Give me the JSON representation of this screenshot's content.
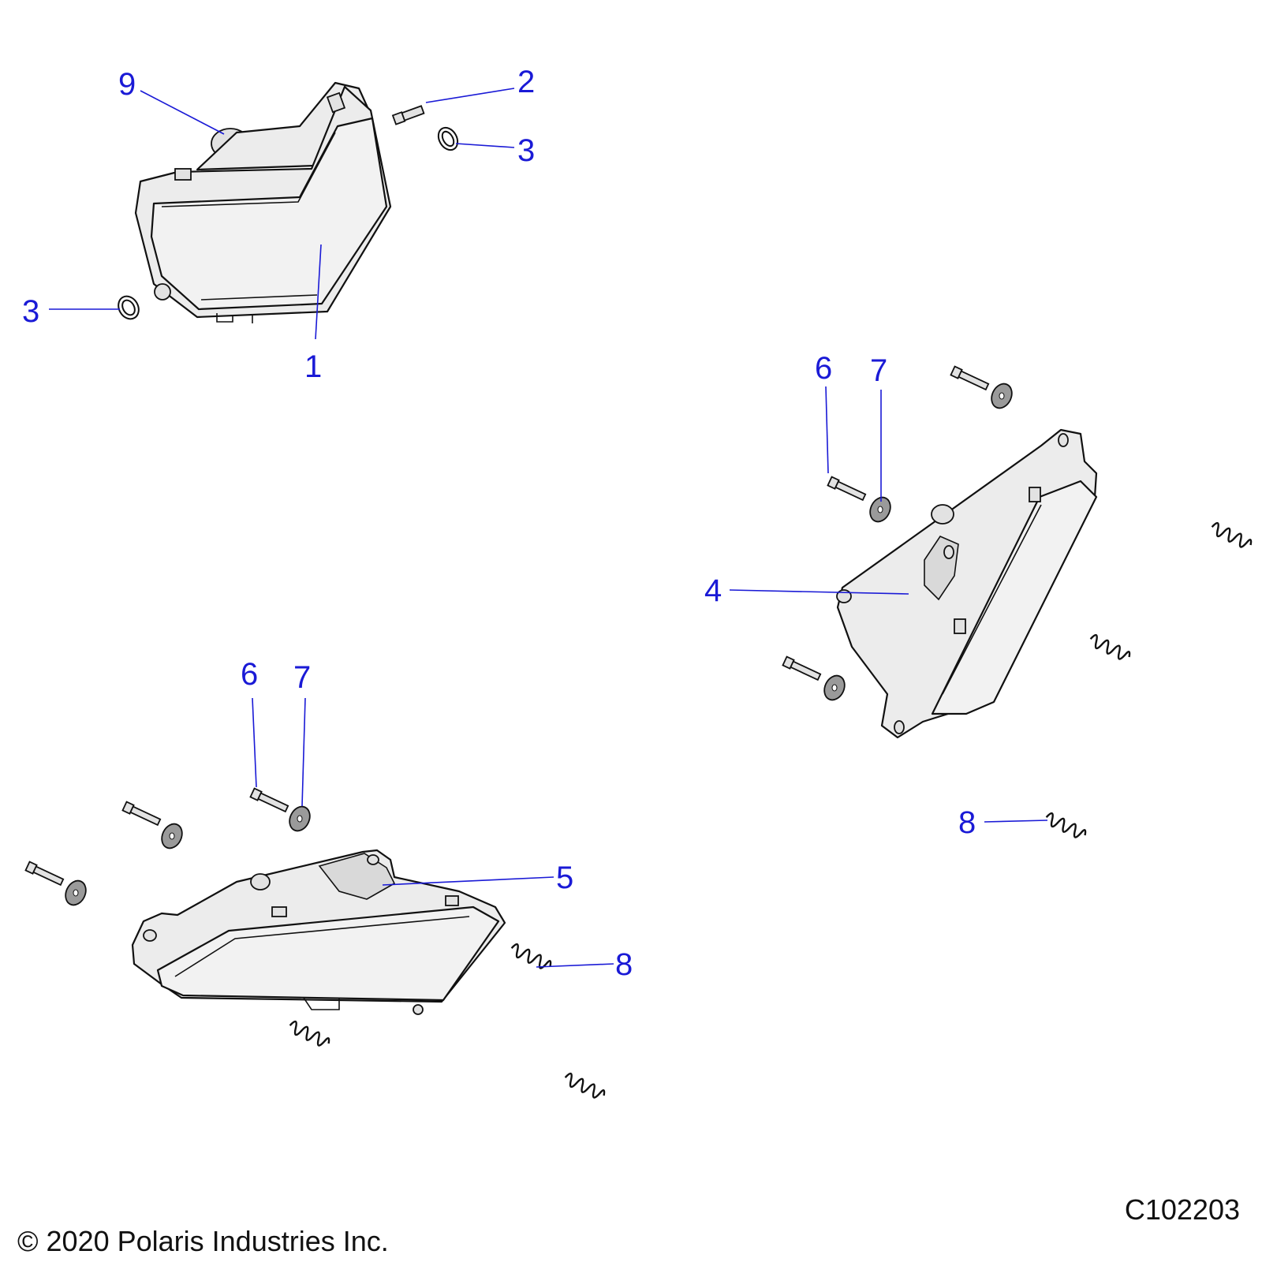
{
  "callouts": {
    "c9": "9",
    "c2": "2",
    "c3a": "3",
    "c3b": "3",
    "c1": "1",
    "c6a": "6",
    "c7a": "7",
    "c4": "4",
    "c8a": "8",
    "c6b": "6",
    "c7b": "7",
    "c5": "5",
    "c8b": "8"
  },
  "footer": {
    "copyright": "© 2020 Polaris Industries Inc.",
    "drawing_id": "C102203"
  },
  "colors": {
    "callout": "#1a1ad6",
    "line": "#111111",
    "part_fill": "#ececec"
  }
}
